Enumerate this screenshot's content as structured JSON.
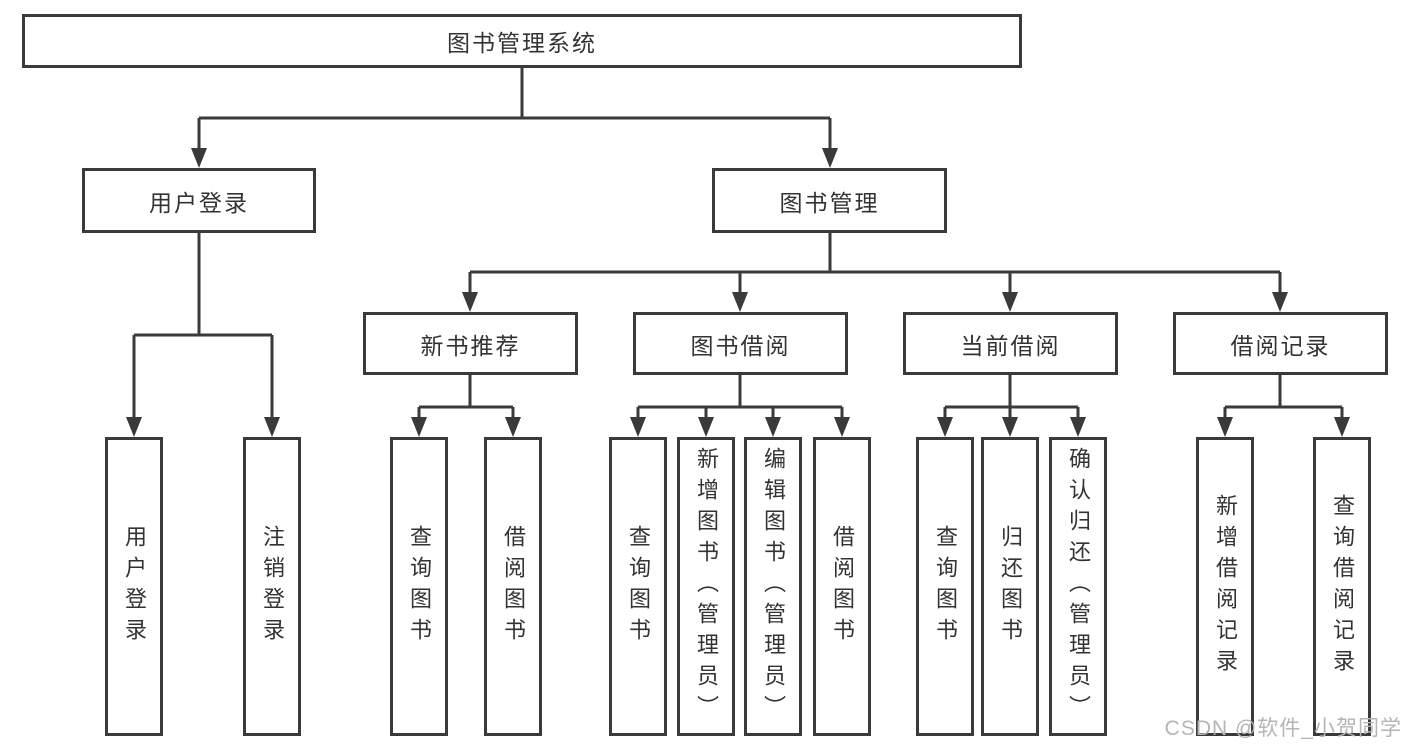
{
  "diagram": {
    "root": {
      "label": "图书管理系统"
    },
    "branches": {
      "user_login": {
        "label": "用户登录",
        "children": [
          "用户登录",
          "注销登录"
        ]
      },
      "book_mgmt": {
        "label": "图书管理",
        "sections": {
          "new_books": {
            "label": "新书推荐",
            "children": [
              "查询图书",
              "借阅图书"
            ]
          },
          "book_borrow": {
            "label": "图书借阅",
            "children": [
              "查询图书",
              "新增图书（管理员）",
              "编辑图书（管理员）",
              "借阅图书"
            ]
          },
          "current_borrow": {
            "label": "当前借阅",
            "children": [
              "查询图书",
              "归还图书",
              "确认归还（管理员）"
            ]
          },
          "borrow_records": {
            "label": "借阅记录",
            "children": [
              "新增借阅记录",
              "查询借阅记录"
            ]
          }
        }
      }
    }
  },
  "watermark": "CSDN @软件_小贺同学",
  "colors": {
    "line": "#3a3a3a",
    "text": "#333333",
    "watermark": "#b5b5b5",
    "background": "#ffffff"
  }
}
